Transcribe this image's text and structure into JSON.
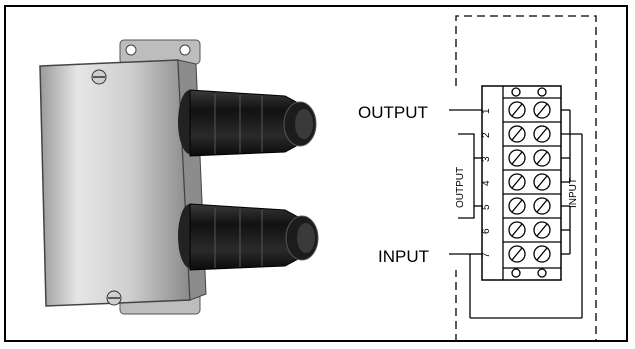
{
  "figure": {
    "labels": {
      "output_main": "OUTPUT",
      "input_main": "INPUT",
      "output_vertical": "OUTPUT",
      "input_vertical": "INPUT"
    },
    "terminal_numbers": [
      "1",
      "2",
      "3",
      "4",
      "5",
      "6",
      "7"
    ],
    "colors": {
      "line": "#000000",
      "background": "#ffffff",
      "metal_light": "#d9d9d9",
      "metal_dark": "#7a7a7a",
      "connector": "#1a1a1a"
    }
  }
}
